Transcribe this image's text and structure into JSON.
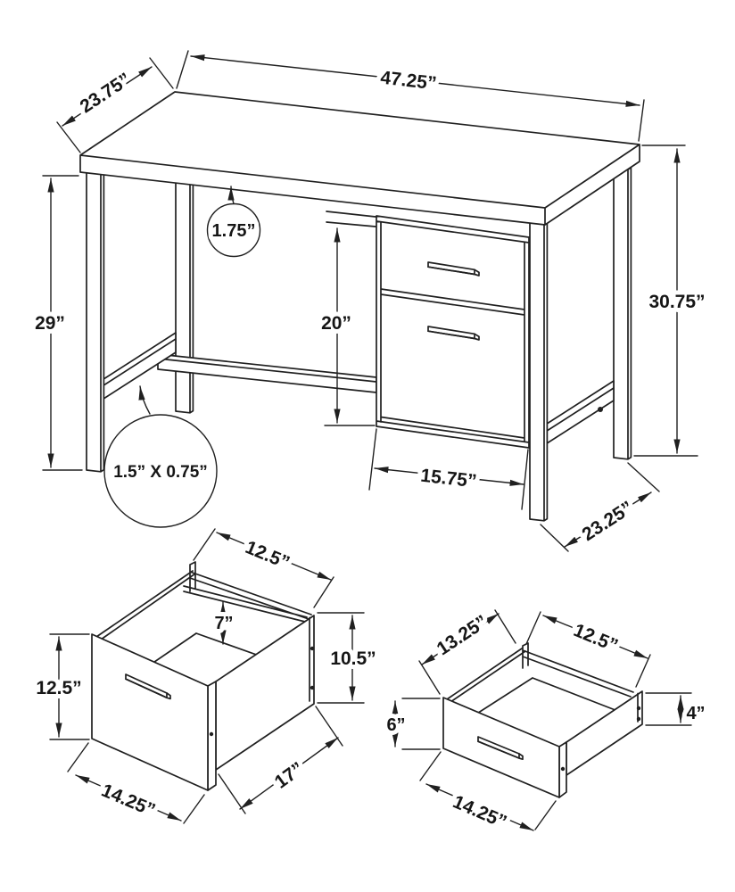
{
  "figure": {
    "type": "furniture dimension diagram",
    "subject": "computer desk with two drawers",
    "units": "inches"
  },
  "desk": {
    "dims": {
      "top_depth": "23.75”",
      "top_width": "47.25”",
      "top_thickness": "1.75”",
      "leg_height": "29”",
      "cabinet_height": "20”",
      "overall_height": "30.75”",
      "cabinet_width": "15.75”",
      "base_depth": "23.25”",
      "tube_size": "1.5” X 0.75”"
    }
  },
  "file_drawer": {
    "dims": {
      "inner_width": "12.5”",
      "inner_height": "7”",
      "side_height": "10.5”",
      "front_height": "12.5”",
      "front_width": "14.25”",
      "depth": "17”"
    }
  },
  "top_drawer": {
    "dims": {
      "side_depth": "13.25”",
      "inner_width": "12.5”",
      "front_height": "6”",
      "side_height": "4”",
      "front_width": "14.25”"
    }
  }
}
